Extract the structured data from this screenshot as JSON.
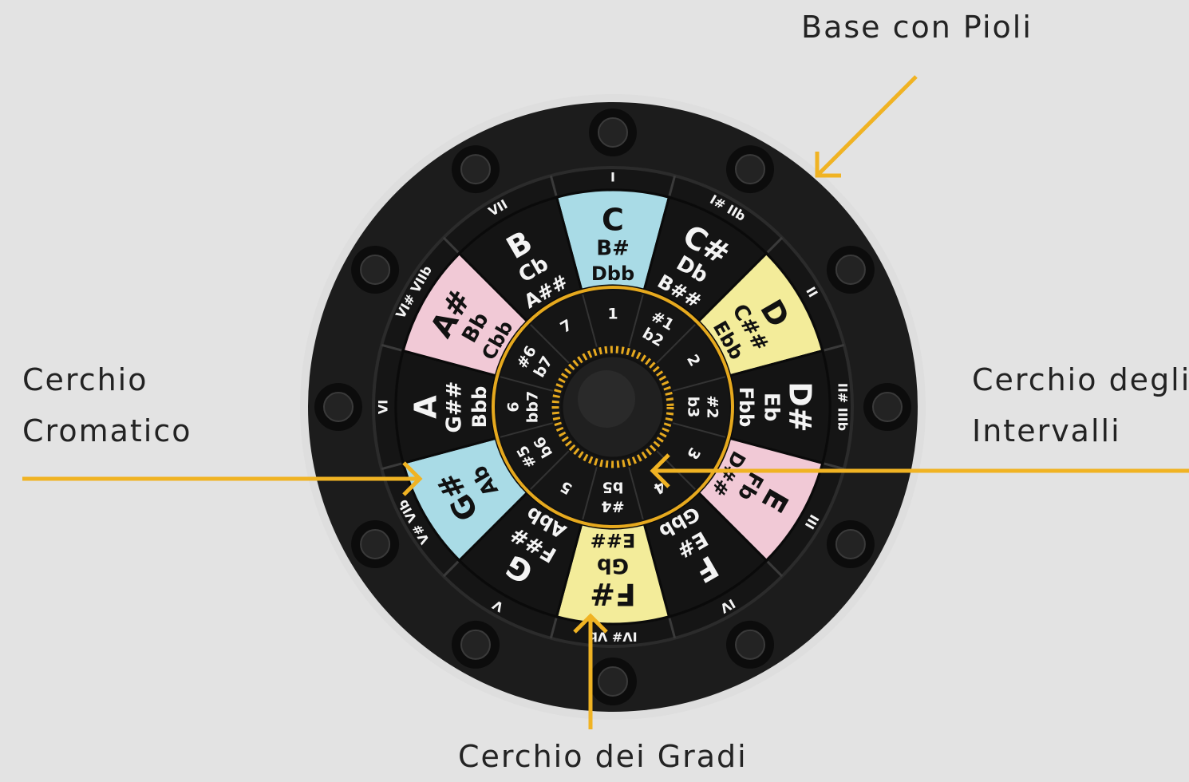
{
  "labels": {
    "base": "Base con Pioli",
    "chromatic_line1": "Cerchio",
    "chromatic_line2": "Cromatico",
    "intervals_line1": "Cerchio degli",
    "intervals_line2": "Intervalli",
    "degrees": "Cerchio dei Gradi"
  },
  "colors": {
    "background": "#e3e3e3",
    "accent": "#f0b323",
    "disk": "#181818",
    "blue": "#a9dbe6",
    "yellow": "#f3ec9a",
    "pink": "#f1c9d6",
    "ink": "#111111",
    "white_ink": "#f4f4f4"
  },
  "wheel": {
    "degrees": [
      "I",
      "I# IIb",
      "II",
      "II# IIIb",
      "III",
      "IV",
      "IV# Vb",
      "V",
      "V# VIb",
      "VI",
      "VI# VIIb",
      "VII"
    ],
    "notes": [
      {
        "lines": [
          "C",
          "B#",
          "Dbb"
        ],
        "color": "blue"
      },
      {
        "lines": [
          "C#",
          "Db",
          "B##"
        ],
        "color": "black"
      },
      {
        "lines": [
          "D",
          "C##",
          "Ebb"
        ],
        "color": "yellow"
      },
      {
        "lines": [
          "D#",
          "Eb",
          "Fbb"
        ],
        "color": "black"
      },
      {
        "lines": [
          "E",
          "Fb",
          "D##"
        ],
        "color": "pink"
      },
      {
        "lines": [
          "F",
          "E#",
          "Gbb"
        ],
        "color": "black"
      },
      {
        "lines": [
          "F#",
          "Gb",
          "E##"
        ],
        "color": "yellow"
      },
      {
        "lines": [
          "G",
          "F##",
          "Abb"
        ],
        "color": "black"
      },
      {
        "lines": [
          "G#",
          "Ab"
        ],
        "color": "blue"
      },
      {
        "lines": [
          "A",
          "G##",
          "Bbb"
        ],
        "color": "black"
      },
      {
        "lines": [
          "A#",
          "Bb",
          "Cbb"
        ],
        "color": "pink"
      },
      {
        "lines": [
          "B",
          "Cb",
          "A##"
        ],
        "color": "black"
      }
    ],
    "intervals": [
      [
        "1"
      ],
      [
        "#1",
        "b2"
      ],
      [
        "2"
      ],
      [
        "#2",
        "b3"
      ],
      [
        "3"
      ],
      [
        "4"
      ],
      [
        "#4",
        "b5"
      ],
      [
        "5"
      ],
      [
        "#5",
        "b6"
      ],
      [
        "6",
        "bb7"
      ],
      [
        "#6",
        "b7"
      ],
      [
        "7"
      ]
    ]
  }
}
